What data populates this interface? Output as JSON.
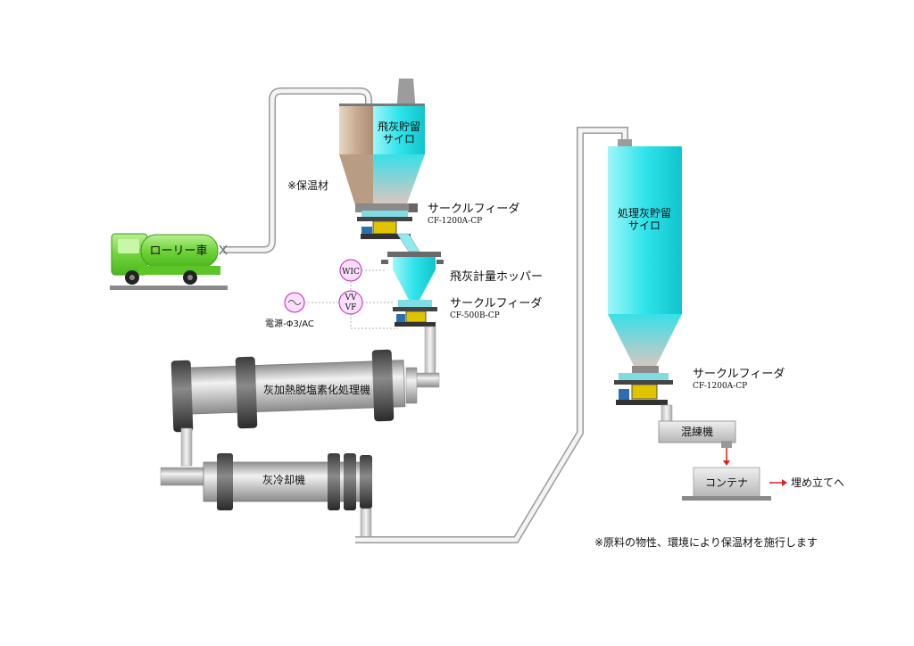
{
  "labels": {
    "fly_ash_silo_line1": "飛灰貯留",
    "fly_ash_silo_line2": "サイロ",
    "insulation_note": "※保温材",
    "circle_feeder_1": "サークルフィーダ",
    "circle_feeder_1_model": "CF-1200A-CP",
    "lorry": "ローリー車",
    "wic": "WIC",
    "hopper": "飛灰計量ホッパー",
    "vvvf_line1": "VV",
    "vvvf_line2": "VF",
    "circle_feeder_2": "サークルフィーダ",
    "circle_feeder_2_model": "CF-500B-CP",
    "power": "電源-Φ3/AC",
    "heating_dechlorination": "灰加熱脱塩素化処理機",
    "cooler": "灰冷却機",
    "treated_silo_line1": "処理灰貯留",
    "treated_silo_line2": "サイロ",
    "circle_feeder_3": "サークルフィーダ",
    "circle_feeder_3_model": "CF-1200A-CP",
    "kneader": "混練機",
    "container": "コンテナ",
    "landfill": "埋め立てへ",
    "footnote": "※原料の物性、環境により保温材を施行します"
  },
  "colors": {
    "silo_cyan": "#3fe6ec",
    "lorry_green": "#7fe04a",
    "insulation_brown": "#c9b29a",
    "machine_gray": "#bdbdbd",
    "arrow_red": "#e02020",
    "wic_circle": "#c020c0"
  }
}
